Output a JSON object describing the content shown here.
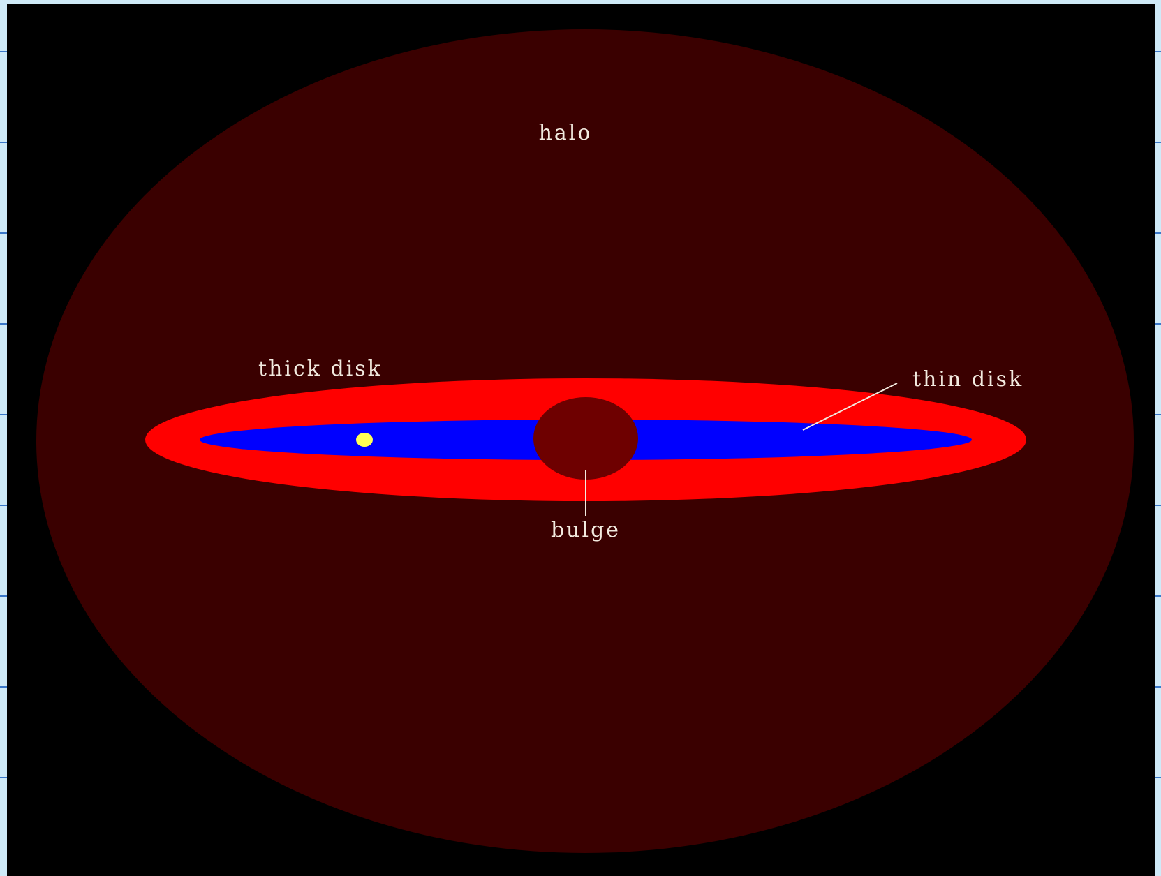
{
  "diagram": {
    "labels": {
      "halo": "halo",
      "thick_disk": "thick disk",
      "thin_disk": "thin disk",
      "bulge": "bulge"
    },
    "colors": {
      "background": "#000000",
      "halo": "#3a0000",
      "thick_disk": "#ff0000",
      "thin_disk": "#0000ff",
      "bulge": "#6e0000",
      "sun_marker": "#ffff55",
      "label_text": "#f2eadf",
      "leader_line": "#f2eadf",
      "frame": "#3b78c9",
      "page": "#cfeaf8"
    }
  }
}
